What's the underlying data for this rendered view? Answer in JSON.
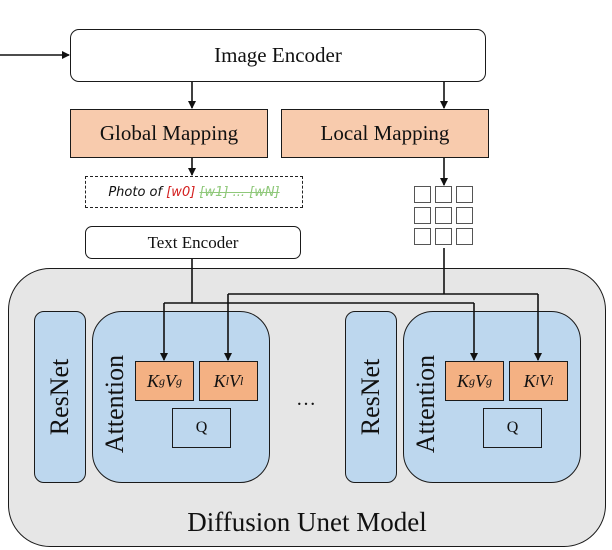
{
  "diagram": {
    "image_encoder": "Image Encoder",
    "global_mapping": "Global Mapping",
    "local_mapping": "Local Mapping",
    "prompt": {
      "prefix": "Photo of ",
      "token0": "[w0]",
      "rest": "[w1] ... [wN]"
    },
    "text_encoder": "Text Encoder",
    "unet_label": "Diffusion Unet Model",
    "blocks": [
      {
        "resnet": "ResNet",
        "attention": "Attention",
        "kg": "K",
        "kg_sup": "g",
        "vg": "V",
        "vg_sup": "g",
        "kl": "K",
        "kl_sup": "l",
        "vl": "V",
        "vl_sup": "l",
        "q": "Q"
      },
      {
        "resnet": "ResNet",
        "attention": "Attention",
        "kg": "K",
        "kg_sup": "g",
        "vg": "V",
        "vg_sup": "g",
        "kl": "K",
        "kl_sup": "l",
        "vl": "V",
        "vl_sup": "l",
        "q": "Q"
      }
    ],
    "ellipsis": "…",
    "colors": {
      "mapping": "#f8cbad",
      "kv": "#f4b183",
      "block": "#bdd7ee",
      "unet": "#e6e6e6",
      "token0": "#d42020",
      "tokens_rest": "#8fc87a"
    }
  }
}
